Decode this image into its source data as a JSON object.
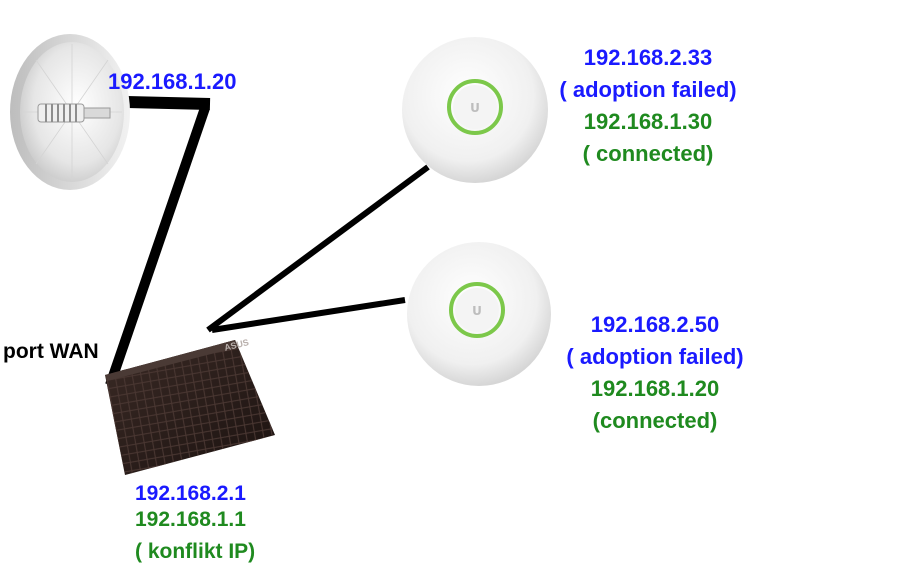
{
  "colors": {
    "primary_address": "#1a1aff",
    "secondary_address": "#1f8a1f",
    "cable": "#000000",
    "ap_led_ring": "#7cc84a",
    "router_body": "#2b1d1a"
  },
  "devices": {
    "dish": {
      "icon": "antenna-dish-icon",
      "ip": "192.168.1.20"
    },
    "router": {
      "icon": "router-icon",
      "brand": "ASUS",
      "port_label": "port WAN",
      "ip_primary": "192.168.2.1",
      "ip_secondary": "192.168.1.1",
      "note": "( konflikt IP)"
    },
    "ap_top": {
      "icon": "access-point-icon",
      "ip_primary": "192.168.2.33",
      "status_primary": "( adoption failed)",
      "ip_secondary": "192.168.1.30",
      "status_secondary": "( connected)"
    },
    "ap_bottom": {
      "icon": "access-point-icon",
      "ip_primary": "192.168.2.50",
      "status_primary": "( adoption failed)",
      "ip_secondary": "192.168.1.20",
      "status_secondary": "(connected)"
    }
  }
}
